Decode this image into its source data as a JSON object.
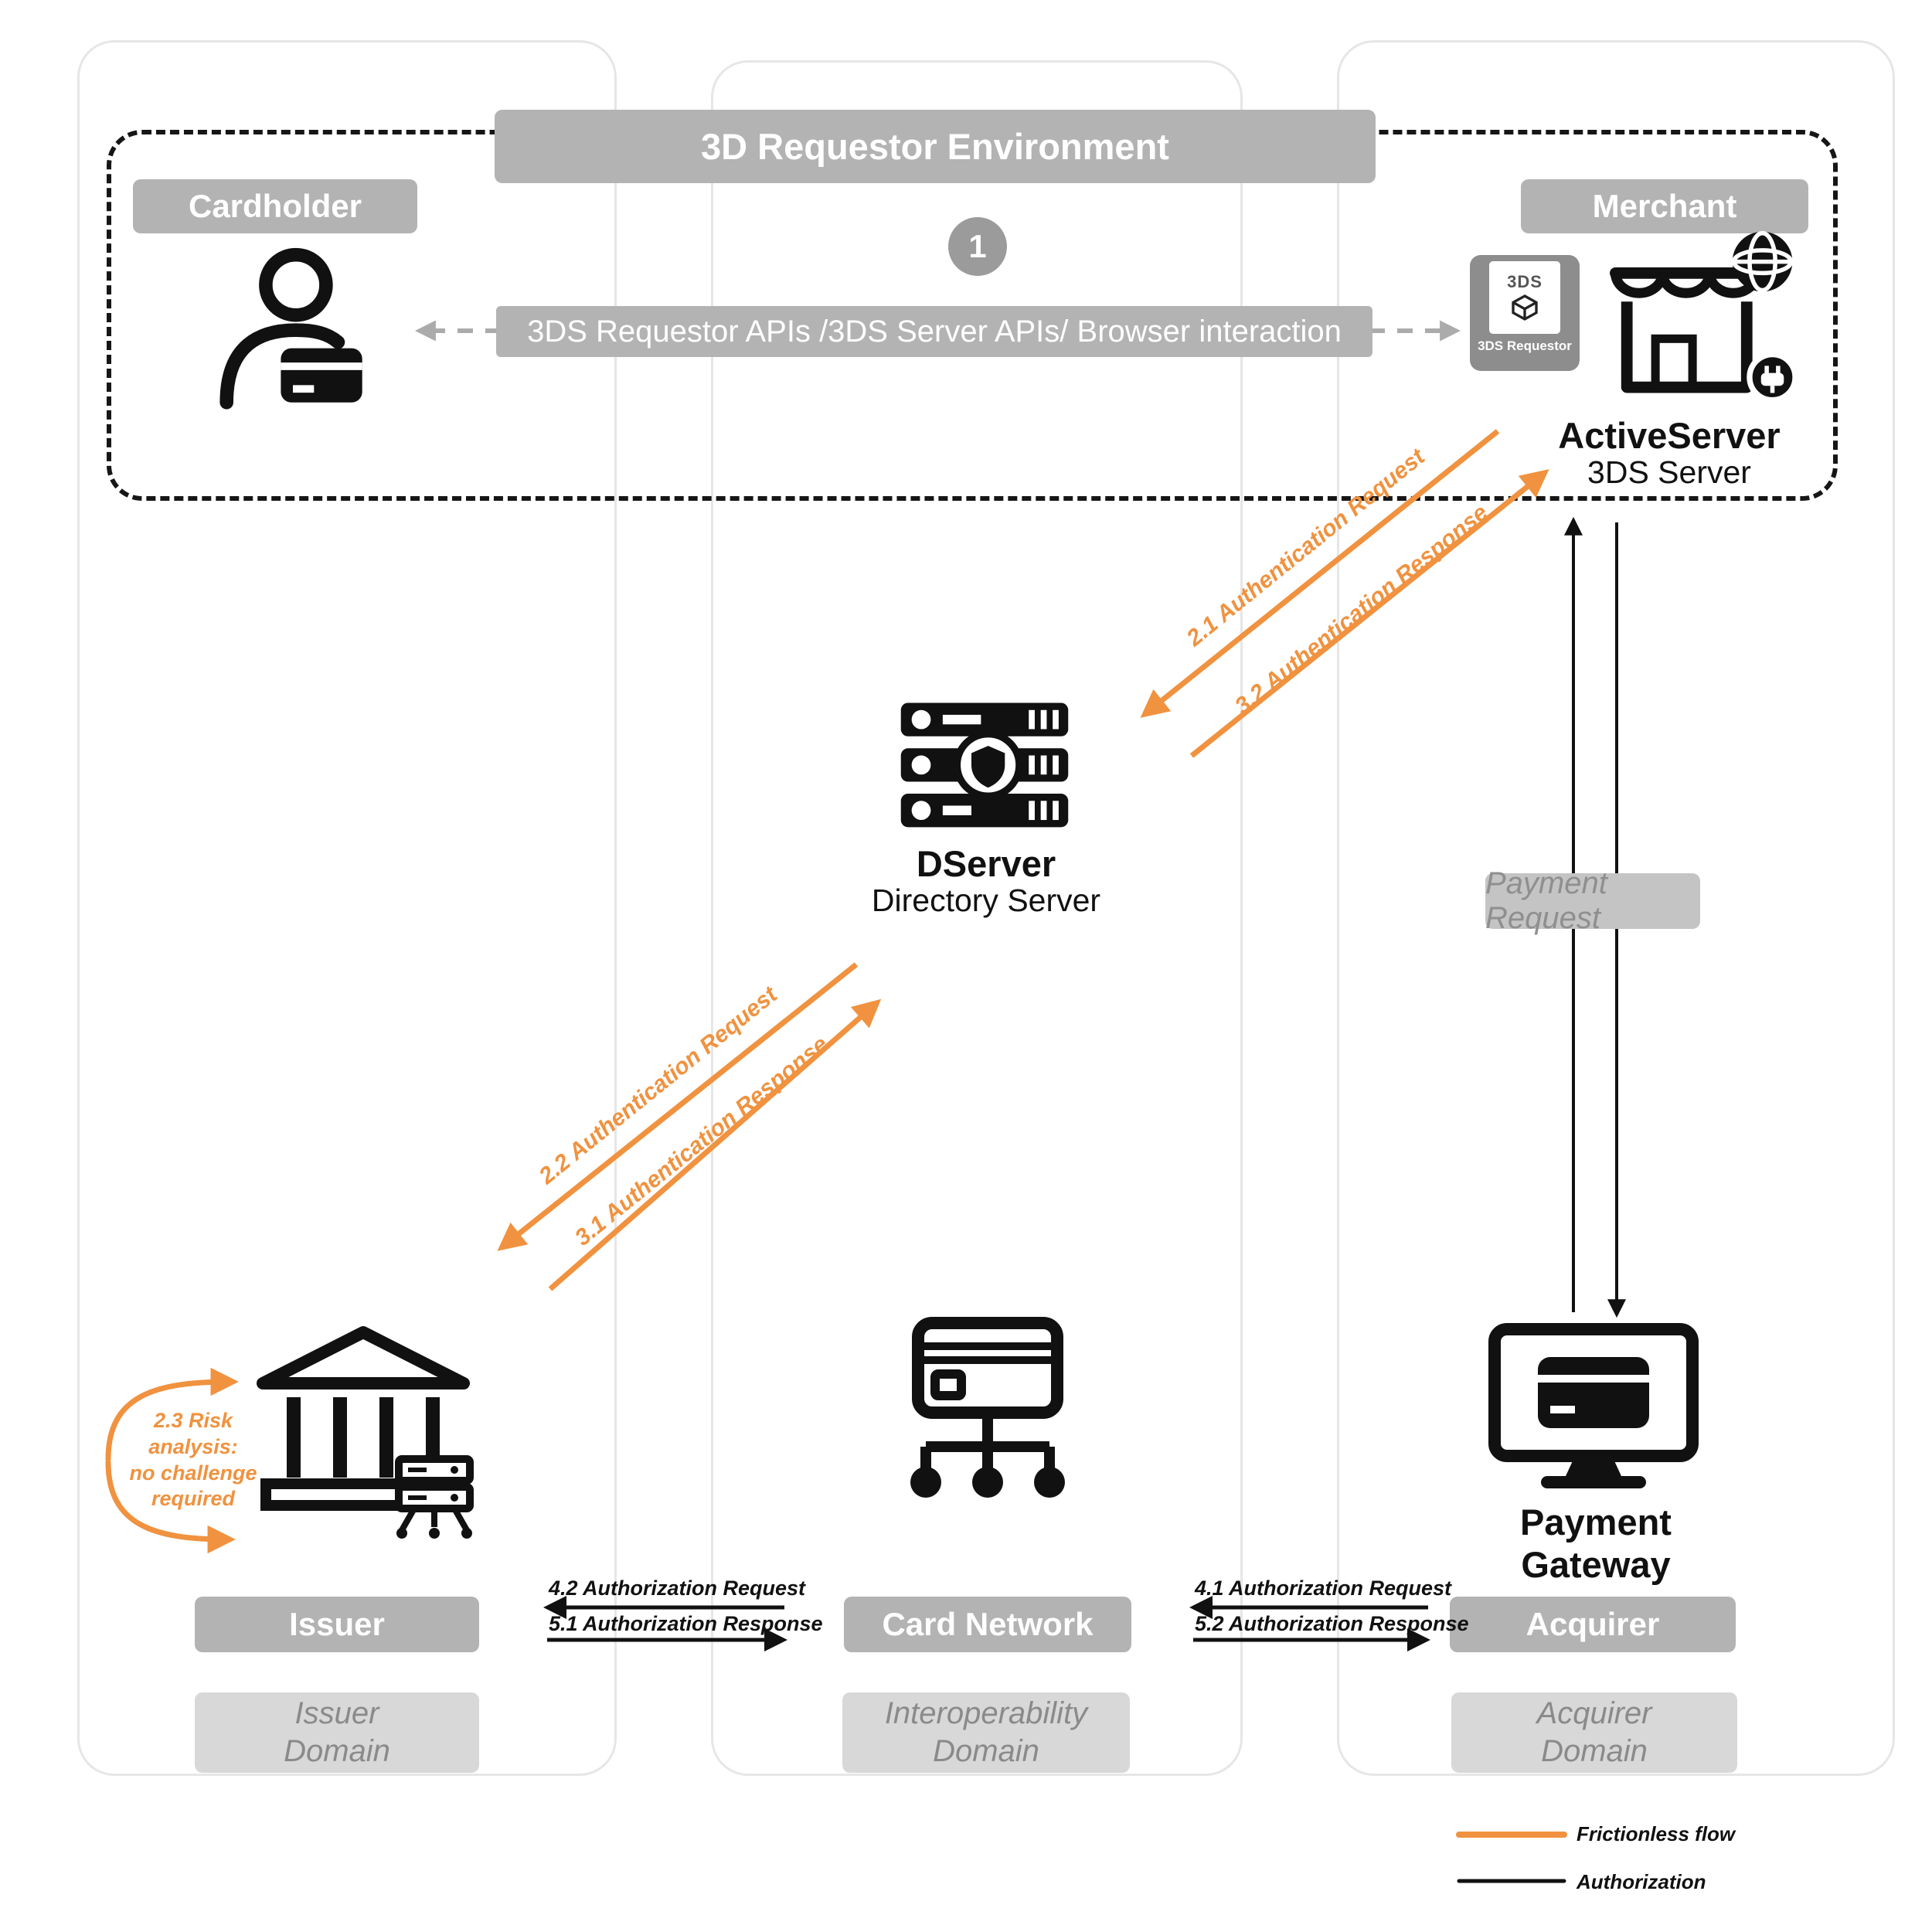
{
  "colors": {
    "orange": "#F0923F",
    "badge_gray": "#B3B3B3",
    "domain_badge_gray": "#D8D8D8",
    "black": "#111111"
  },
  "environment": {
    "title": "3D Requestor Environment",
    "cardholder_label": "Cardholder",
    "merchant_label": "Merchant",
    "step_number": "1",
    "api_banner": "3DS Requestor APIs /3DS Server APIs/ Browser interaction",
    "requestor_badge_text": "3DS",
    "requestor_caption": "3DS Requestor",
    "active_server_name": "ActiveServer",
    "active_server_subtitle": "3DS Server"
  },
  "directory_server": {
    "name": "DServer",
    "subtitle": "Directory Server"
  },
  "payment_gateway": {
    "name": "Payment Gateway"
  },
  "flows": {
    "auth_request_21": "2.1 Authentication Request",
    "auth_response_32": "3.2 Authentication Response",
    "auth_request_22": "2.2 Authentication Request",
    "auth_response_31": "3.1 Authentication Response",
    "risk_analysis_23": "2.3 Risk analysis:\nno challenge\nrequired",
    "payment_request": "Payment Request",
    "authorization_request_42": "4.2 Authorization Request",
    "authorization_response_51": "5.1 Authorization Response",
    "authorization_request_41": "4.1 Authorization Request",
    "authorization_response_52": "5.2 Authorization Response"
  },
  "entities": {
    "issuer": "Issuer",
    "card_network": "Card Network",
    "acquirer": "Acquirer"
  },
  "domains": {
    "issuer": "Issuer\nDomain",
    "interoperability": "Interoperability\nDomain",
    "acquirer": "Acquirer\nDomain"
  },
  "legend": {
    "frictionless": "Frictionless flow",
    "authorization": "Authorization"
  }
}
